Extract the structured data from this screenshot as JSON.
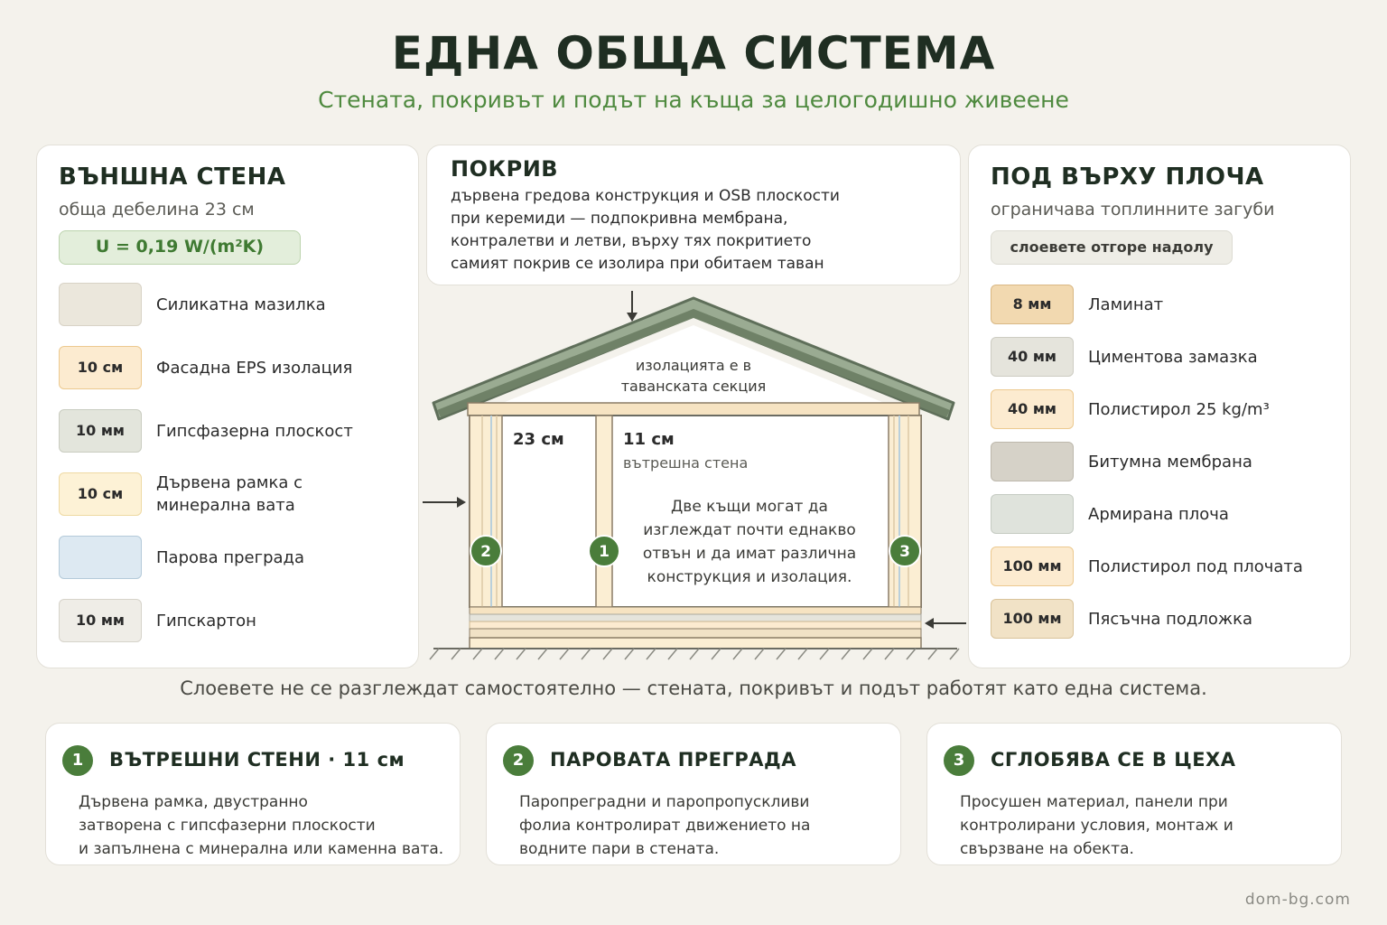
{
  "header": {
    "title": "ЕДНА ОБЩА СИСТЕМА",
    "subtitle": "Стената, покривът и подът на къща за целогодишно живеене"
  },
  "wall": {
    "title": "ВЪНШНА СТЕНА",
    "thickness": "обща дебелина 23 см",
    "u_value": "U = 0,19 W/(m²K)",
    "layers": [
      {
        "size": "",
        "label": "Силикатна мазилка",
        "color": "#ebe7dc",
        "border": "#d8d3c6"
      },
      {
        "size": "10 см",
        "label": "Фасадна EPS изолация",
        "color": "#fcebd0",
        "border": "#ecc98f"
      },
      {
        "size": "10 мм",
        "label": "Гипсфазерна плоскост",
        "color": "#e3e5dc",
        "border": "#c9ccc0"
      },
      {
        "size": "10 см",
        "label": "Дървена рамка с минерална вата",
        "color": "#fdf2d6",
        "border": "#eed9a2"
      },
      {
        "size": "",
        "label": "Парова преграда",
        "color": "#dde9f2",
        "border": "#b4cad9"
      },
      {
        "size": "10 мм",
        "label": "Гипскартон",
        "color": "#efede7",
        "border": "#d6d3ca"
      }
    ]
  },
  "roof": {
    "title": "ПОКРИВ",
    "lines": [
      "дървена гредова конструкция и OSB плоскости",
      "при керемиди — подпокривна мембрана,",
      "контралетви и летви, върху тях покритието",
      "самият покрив се изолира при обитаем таван"
    ]
  },
  "floor": {
    "title": "ПОД ВЪРХУ ПЛОЧА",
    "subtitle": "ограничава топлинните загуби",
    "order": "слоевете отгоре надолу",
    "layers": [
      {
        "size": "8 мм",
        "label": "Ламинат",
        "color": "#f2d9b0",
        "border": "#d9b884"
      },
      {
        "size": "40 мм",
        "label": "Циментова замазка",
        "color": "#e5e4dc",
        "border": "#cdccc2"
      },
      {
        "size": "40 мм",
        "label": "Полистирол 25 kg/m³",
        "color": "#fcebd0",
        "border": "#ecc98f"
      },
      {
        "size": "",
        "label": "Битумна мембрана",
        "color": "#d6d2c8",
        "border": "#bdb8ac"
      },
      {
        "size": "",
        "label": "Армирана плоча",
        "color": "#dfe3dc",
        "border": "#c5cbc2"
      },
      {
        "size": "100 мм",
        "label": "Полистирол под плочата",
        "color": "#fcebd0",
        "border": "#ecc98f"
      },
      {
        "size": "100 мм",
        "label": "Пясъчна подложка",
        "color": "#f1e2c6",
        "border": "#d9c39a"
      }
    ]
  },
  "house": {
    "attic_note_1": "изолацията е в",
    "attic_note_2": "таванската секция",
    "wall_thickness": "23 см",
    "inner_thickness": "11 см",
    "inner_label": "вътрешна стена",
    "center_text": [
      "Две къщи могат да",
      "изглеждат почти еднакво",
      "отвън и да имат различна",
      "конструкция и изолация."
    ],
    "markers": [
      "1",
      "2",
      "3"
    ]
  },
  "note": "Слоевете не се разглеждат самостоятелно — стената, покривът и подът работят като една система.",
  "cards": [
    {
      "num": "1",
      "title": "ВЪТРЕШНИ СТЕНИ · 11 см",
      "text": [
        "Дървена рамка, двустранно",
        "затворена с гипсфазерни плоскости",
        "и запълнена с минерална или каменна вата."
      ]
    },
    {
      "num": "2",
      "title": "ПАРОВАТА ПРЕГРАДА",
      "text": [
        "Паропреградни и паропропускливи",
        "фолиа контролират движението на",
        "водните пари в стената."
      ]
    },
    {
      "num": "3",
      "title": "СГЛОБЯВА СЕ В ЦЕХА",
      "text": [
        "Просушен материал, панели при",
        "контролирани условия, монтаж и",
        "свързване на обекта."
      ]
    }
  ],
  "footer": "dom-bg.com",
  "colors": {
    "accent": "#4a7d3b",
    "title": "#1f2e22",
    "roof": "#9aab92",
    "roof_edge": "#5f6f5a"
  }
}
